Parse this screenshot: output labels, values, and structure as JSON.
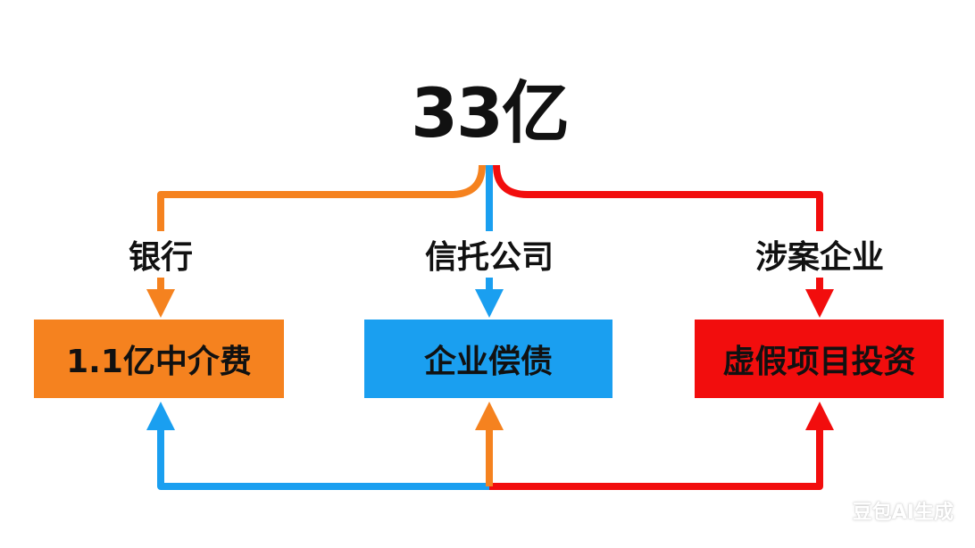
{
  "title": "33亿",
  "colors": {
    "orange": "#f5821f",
    "blue": "#1a9ff0",
    "red": "#f20d0d"
  },
  "sources": [
    {
      "label": "银行",
      "color": "orange"
    },
    {
      "label": "信托公司",
      "color": "blue"
    },
    {
      "label": "涉案企业",
      "color": "red"
    }
  ],
  "boxes": [
    {
      "label": "1.1亿中介费",
      "color": "orange"
    },
    {
      "label": "企业偿债",
      "color": "blue"
    },
    {
      "label": "虚假项目投资",
      "color": "red"
    }
  ],
  "watermark": "豆包AI生成"
}
